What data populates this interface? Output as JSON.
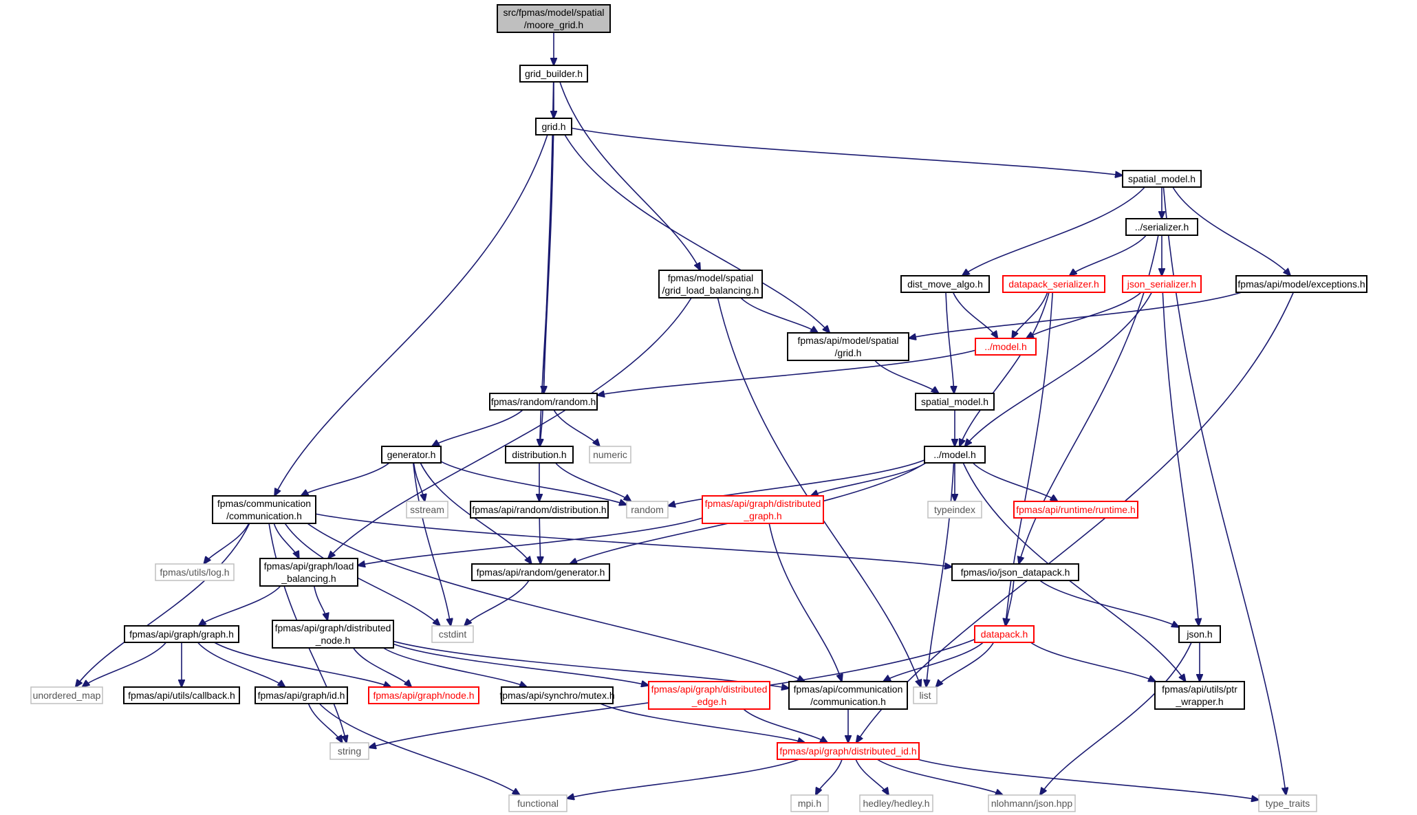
{
  "nodes": [
    {
      "id": "moore",
      "lines": [
        "src/fpmas/model/spatial",
        "/moore_grid.h"
      ],
      "style": "root"
    },
    {
      "id": "grid_builder",
      "lines": [
        "grid_builder.h"
      ],
      "style": "solid"
    },
    {
      "id": "grid",
      "lines": [
        "grid.h"
      ],
      "style": "solid"
    },
    {
      "id": "spatial_model_top",
      "lines": [
        "spatial_model.h"
      ],
      "style": "solid"
    },
    {
      "id": "serializer",
      "lines": [
        "../serializer.h"
      ],
      "style": "solid"
    },
    {
      "id": "grid_lb",
      "lines": [
        "fpmas/model/spatial",
        "/grid_load_balancing.h"
      ],
      "style": "solid"
    },
    {
      "id": "dist_move",
      "lines": [
        "dist_move_algo.h"
      ],
      "style": "solid"
    },
    {
      "id": "datapack_ser",
      "lines": [
        "datapack_serializer.h"
      ],
      "style": "red"
    },
    {
      "id": "json_ser",
      "lines": [
        "json_serializer.h"
      ],
      "style": "red"
    },
    {
      "id": "exceptions",
      "lines": [
        "fpmas/api/model/exceptions.h"
      ],
      "style": "solid"
    },
    {
      "id": "api_grid",
      "lines": [
        "fpmas/api/model/spatial",
        "/grid.h"
      ],
      "style": "solid"
    },
    {
      "id": "model_red",
      "lines": [
        "../model.h"
      ],
      "style": "red"
    },
    {
      "id": "random",
      "lines": [
        "fpmas/random/random.h"
      ],
      "style": "solid"
    },
    {
      "id": "spatial_model2",
      "lines": [
        "spatial_model.h"
      ],
      "style": "solid"
    },
    {
      "id": "generator",
      "lines": [
        "generator.h"
      ],
      "style": "solid"
    },
    {
      "id": "distribution",
      "lines": [
        "distribution.h"
      ],
      "style": "solid"
    },
    {
      "id": "numeric",
      "lines": [
        "numeric"
      ],
      "style": "grey"
    },
    {
      "id": "model2",
      "lines": [
        "../model.h"
      ],
      "style": "solid"
    },
    {
      "id": "comm",
      "lines": [
        "fpmas/communication",
        "/communication.h"
      ],
      "style": "solid"
    },
    {
      "id": "sstream",
      "lines": [
        "sstream"
      ],
      "style": "grey"
    },
    {
      "id": "api_random_dist",
      "lines": [
        "fpmas/api/random/distribution.h"
      ],
      "style": "solid"
    },
    {
      "id": "random_std",
      "lines": [
        "random"
      ],
      "style": "grey"
    },
    {
      "id": "dist_graph",
      "lines": [
        "fpmas/api/graph/distributed",
        "_graph.h"
      ],
      "style": "red"
    },
    {
      "id": "typeindex",
      "lines": [
        "typeindex"
      ],
      "style": "grey"
    },
    {
      "id": "runtime",
      "lines": [
        "fpmas/api/runtime/runtime.h"
      ],
      "style": "red"
    },
    {
      "id": "utils_log",
      "lines": [
        "fpmas/utils/log.h"
      ],
      "style": "grey"
    },
    {
      "id": "api_lb",
      "lines": [
        "fpmas/api/graph/load",
        "_balancing.h"
      ],
      "style": "solid"
    },
    {
      "id": "api_gen",
      "lines": [
        "fpmas/api/random/generator.h"
      ],
      "style": "solid"
    },
    {
      "id": "json_datapack",
      "lines": [
        "fpmas/io/json_datapack.h"
      ],
      "style": "solid"
    },
    {
      "id": "graph_h",
      "lines": [
        "fpmas/api/graph/graph.h"
      ],
      "style": "solid"
    },
    {
      "id": "dist_node",
      "lines": [
        "fpmas/api/graph/distributed",
        "_node.h"
      ],
      "style": "solid"
    },
    {
      "id": "cstdint",
      "lines": [
        "cstdint"
      ],
      "style": "grey"
    },
    {
      "id": "datapack",
      "lines": [
        "datapack.h"
      ],
      "style": "red"
    },
    {
      "id": "json_h",
      "lines": [
        "json.h"
      ],
      "style": "solid"
    },
    {
      "id": "unordered_map",
      "lines": [
        "unordered_map"
      ],
      "style": "grey"
    },
    {
      "id": "callback",
      "lines": [
        "fpmas/api/utils/callback.h"
      ],
      "style": "solid"
    },
    {
      "id": "id_h",
      "lines": [
        "fpmas/api/graph/id.h"
      ],
      "style": "solid"
    },
    {
      "id": "node_h",
      "lines": [
        "fpmas/api/graph/node.h"
      ],
      "style": "red"
    },
    {
      "id": "mutex",
      "lines": [
        "fpmas/api/synchro/mutex.h"
      ],
      "style": "solid"
    },
    {
      "id": "dist_edge",
      "lines": [
        "fpmas/api/graph/distributed",
        "_edge.h"
      ],
      "style": "red"
    },
    {
      "id": "api_comm",
      "lines": [
        "fpmas/api/communication",
        "/communication.h"
      ],
      "style": "solid"
    },
    {
      "id": "list",
      "lines": [
        "list"
      ],
      "style": "grey"
    },
    {
      "id": "ptr_wrapper",
      "lines": [
        "fpmas/api/utils/ptr",
        "_wrapper.h"
      ],
      "style": "solid"
    },
    {
      "id": "string",
      "lines": [
        "string"
      ],
      "style": "grey"
    },
    {
      "id": "dist_id",
      "lines": [
        "fpmas/api/graph/distributed_id.h"
      ],
      "style": "red"
    },
    {
      "id": "functional",
      "lines": [
        "functional"
      ],
      "style": "grey"
    },
    {
      "id": "mpi",
      "lines": [
        "mpi.h"
      ],
      "style": "grey"
    },
    {
      "id": "hedley",
      "lines": [
        "hedley/hedley.h"
      ],
      "style": "grey"
    },
    {
      "id": "nlohmann",
      "lines": [
        "nlohmann/json.hpp"
      ],
      "style": "grey"
    },
    {
      "id": "type_traits",
      "lines": [
        "type_traits"
      ],
      "style": "grey"
    }
  ],
  "edges": [
    [
      "moore",
      "grid_builder"
    ],
    [
      "grid_builder",
      "grid"
    ],
    [
      "grid_builder",
      "random"
    ],
    [
      "grid_builder",
      "grid_lb"
    ],
    [
      "grid",
      "spatial_model_top"
    ],
    [
      "grid",
      "api_grid"
    ],
    [
      "grid",
      "random"
    ],
    [
      "grid",
      "distribution"
    ],
    [
      "grid",
      "comm"
    ],
    [
      "spatial_model_top",
      "serializer"
    ],
    [
      "spatial_model_top",
      "dist_move"
    ],
    [
      "spatial_model_top",
      "exceptions"
    ],
    [
      "spatial_model_top",
      "type_traits"
    ],
    [
      "serializer",
      "datapack_ser"
    ],
    [
      "serializer",
      "json_ser"
    ],
    [
      "serializer",
      "json_datapack"
    ],
    [
      "grid_lb",
      "api_grid"
    ],
    [
      "grid_lb",
      "api_lb"
    ],
    [
      "grid_lb",
      "list"
    ],
    [
      "dist_move",
      "model_red"
    ],
    [
      "dist_move",
      "spatial_model2"
    ],
    [
      "datapack_ser",
      "model_red"
    ],
    [
      "datapack_ser",
      "model2"
    ],
    [
      "datapack_ser",
      "datapack"
    ],
    [
      "json_ser",
      "model_red"
    ],
    [
      "json_ser",
      "model2"
    ],
    [
      "json_ser",
      "json_h"
    ],
    [
      "exceptions",
      "api_grid"
    ],
    [
      "exceptions",
      "dist_id"
    ],
    [
      "api_grid",
      "spatial_model2"
    ],
    [
      "model_red",
      "random"
    ],
    [
      "spatial_model2",
      "model2"
    ],
    [
      "random",
      "generator"
    ],
    [
      "random",
      "distribution"
    ],
    [
      "random",
      "numeric"
    ],
    [
      "generator",
      "comm"
    ],
    [
      "generator",
      "sstream"
    ],
    [
      "generator",
      "random_std"
    ],
    [
      "generator",
      "api_gen"
    ],
    [
      "generator",
      "cstdint"
    ],
    [
      "distribution",
      "api_random_dist"
    ],
    [
      "distribution",
      "random_std"
    ],
    [
      "model2",
      "random_std"
    ],
    [
      "model2",
      "dist_graph"
    ],
    [
      "model2",
      "typeindex"
    ],
    [
      "model2",
      "runtime"
    ],
    [
      "model2",
      "api_gen"
    ],
    [
      "model2",
      "list"
    ],
    [
      "model2",
      "ptr_wrapper"
    ],
    [
      "comm",
      "utils_log"
    ],
    [
      "comm",
      "api_lb"
    ],
    [
      "comm",
      "unordered_map"
    ],
    [
      "comm",
      "string"
    ],
    [
      "comm",
      "cstdint"
    ],
    [
      "comm",
      "json_datapack"
    ],
    [
      "comm",
      "api_comm"
    ],
    [
      "api_random_dist",
      "api_gen"
    ],
    [
      "api_gen",
      "cstdint"
    ],
    [
      "dist_graph",
      "api_lb"
    ],
    [
      "dist_graph",
      "api_comm"
    ],
    [
      "api_lb",
      "graph_h"
    ],
    [
      "api_lb",
      "dist_node"
    ],
    [
      "json_datapack",
      "datapack"
    ],
    [
      "json_datapack",
      "json_h"
    ],
    [
      "graph_h",
      "unordered_map"
    ],
    [
      "graph_h",
      "callback"
    ],
    [
      "graph_h",
      "id_h"
    ],
    [
      "graph_h",
      "node_h"
    ],
    [
      "dist_node",
      "node_h"
    ],
    [
      "dist_node",
      "mutex"
    ],
    [
      "dist_node",
      "dist_edge"
    ],
    [
      "dist_node",
      "api_comm"
    ],
    [
      "datapack",
      "api_comm"
    ],
    [
      "datapack",
      "list"
    ],
    [
      "datapack",
      "ptr_wrapper"
    ],
    [
      "datapack",
      "string"
    ],
    [
      "json_h",
      "ptr_wrapper"
    ],
    [
      "json_h",
      "nlohmann"
    ],
    [
      "id_h",
      "string"
    ],
    [
      "id_h",
      "functional"
    ],
    [
      "mutex",
      "dist_id"
    ],
    [
      "dist_edge",
      "dist_id"
    ],
    [
      "api_comm",
      "dist_id"
    ],
    [
      "dist_id",
      "functional"
    ],
    [
      "dist_id",
      "mpi"
    ],
    [
      "dist_id",
      "hedley"
    ],
    [
      "dist_id",
      "nlohmann"
    ],
    [
      "dist_id",
      "type_traits"
    ]
  ]
}
